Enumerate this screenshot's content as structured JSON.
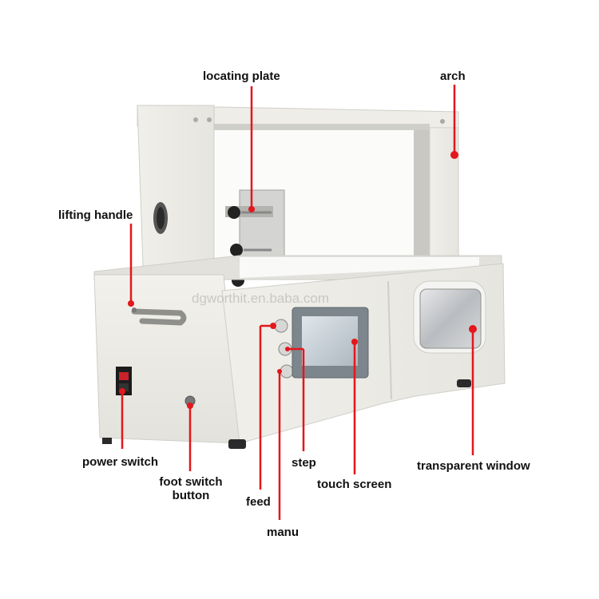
{
  "labels": {
    "locating_plate": "locating plate",
    "arch": "arch",
    "lifting_handle": "lifting handle",
    "power_switch": "power switch",
    "foot_switch_line1": "foot switch",
    "foot_switch_line2": "button",
    "feed": "feed",
    "manu": "manu",
    "step": "step",
    "touch_screen": "touch screen",
    "transparent_window": "transparent window"
  },
  "watermark": "dgworthit.en.baba.com",
  "colors": {
    "callout": "#e3171c",
    "machine_body": "#ecebe5",
    "machine_shadow": "#d6d5cf",
    "screen_bezel": "#8f969c"
  }
}
